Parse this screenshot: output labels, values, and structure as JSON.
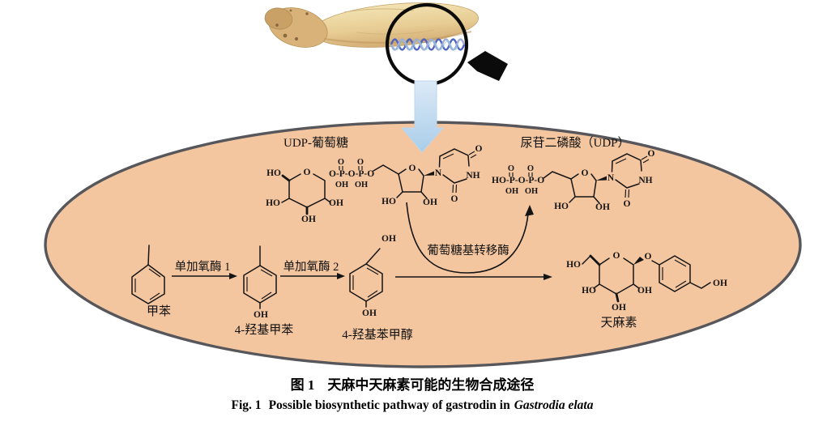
{
  "figure": {
    "caption_zh": {
      "fig_label": "图 1",
      "text": "天麻中天麻素可能的生物合成途径"
    },
    "caption_en": {
      "fig_label": "Fig. 1",
      "text": "Possible biosynthetic pathway of gastrodin in",
      "species_italic": "Gastrodia elata"
    }
  },
  "pathway": {
    "compounds": {
      "udp_glucose": {
        "label": "UDP-葡萄糖"
      },
      "udp": {
        "label": "尿苷二磷酸（UDP）"
      },
      "toluene": {
        "label": "甲苯"
      },
      "hydroxytoluene": {
        "label": "4-羟基甲苯"
      },
      "hydroxybenzyl_alcohol": {
        "label": "4-羟基苯甲醇"
      },
      "gastrodin": {
        "label": "天麻素"
      }
    },
    "enzymes": {
      "monooxygenase1": {
        "label": "单加氧酶 1"
      },
      "monooxygenase2": {
        "label": "单加氧酶 2"
      },
      "glucosyltransferase": {
        "label": "葡萄糖基转移酶"
      }
    }
  },
  "atoms": {
    "ho": "HO",
    "oh": "OH",
    "o": "O",
    "n": "N",
    "nh": "NH",
    "o_p_o_p_o": "O-P-O-P-O",
    "ho_p_o_p_o": "HO-P-O-P-O"
  },
  "icons": {
    "magnifier": "magnifier-circle-icon",
    "dna": "dna-helix-icon",
    "pointer": "black-pointer-icon",
    "down_arrow": "blue-down-arrow-icon"
  },
  "colors": {
    "cell_fill": "#F4C6A0",
    "cell_border": "#57575B",
    "arrow_blue_light": "#D6E8F6",
    "arrow_blue": "#A9CDE9",
    "dna_blue_dark": "#4F63C2",
    "dna_blue_light": "#9FACD6",
    "ink": "#141414",
    "tuber_light": "#F1DFAC",
    "tuber_dark": "#DDBC84"
  }
}
